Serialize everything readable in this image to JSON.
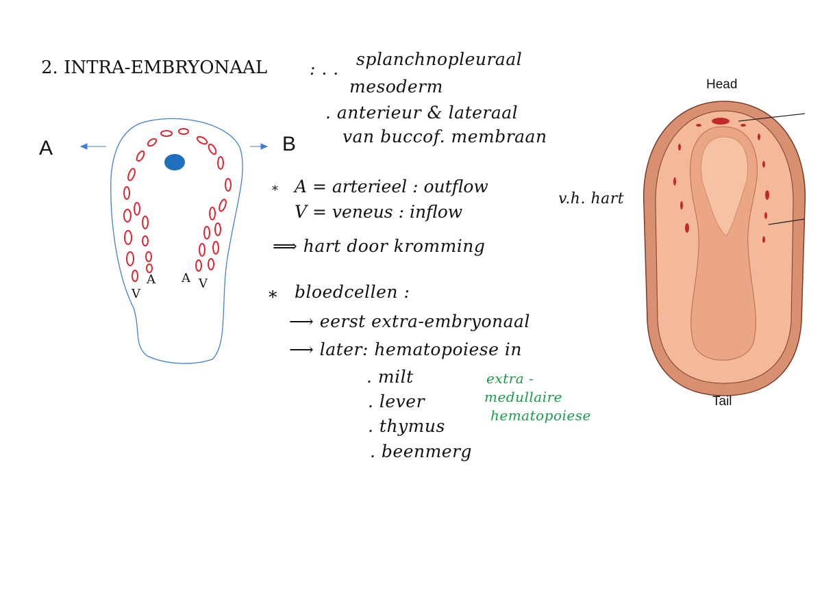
{
  "title": "2. INTRA-EMBRYONAAL",
  "title_sep": ": . .",
  "notes": {
    "line1": "splanchnopleuraal",
    "line2": "mesoderm",
    "line3": ". anterieur & lateraal",
    "line4": "van buccof. membraan",
    "av_star": "*",
    "a_def": "A = arterieel : outflow",
    "v_def": "V = veneus : inflow",
    "vh_hart": "v.h. hart",
    "conclusion": "⟹ hart door kromming",
    "blood_star": "*",
    "blood_title": "bloedcellen :",
    "first": "⟶ eerst extra-embryonaal",
    "later": "⟶ later: hematopoiese in",
    "organs": [
      ". milt",
      ". lever",
      ". thymus",
      ". beenmerg"
    ],
    "green_note": [
      "extra -",
      "medullaire",
      "hematopoiese"
    ]
  },
  "sketch": {
    "label_a": "A",
    "label_b": "B",
    "vessel_labels": [
      "V",
      "A",
      "A",
      "V"
    ],
    "colors": {
      "outline": "#3f7fd6",
      "vessels": "#e0242e",
      "blob": "#1f6fbf"
    }
  },
  "figure": {
    "head": "Head",
    "tail": "Tail",
    "colors": {
      "outer": "#d99070",
      "inner": "#f4b99a",
      "plate": "#eaa685",
      "islands": "#c0282a"
    }
  }
}
